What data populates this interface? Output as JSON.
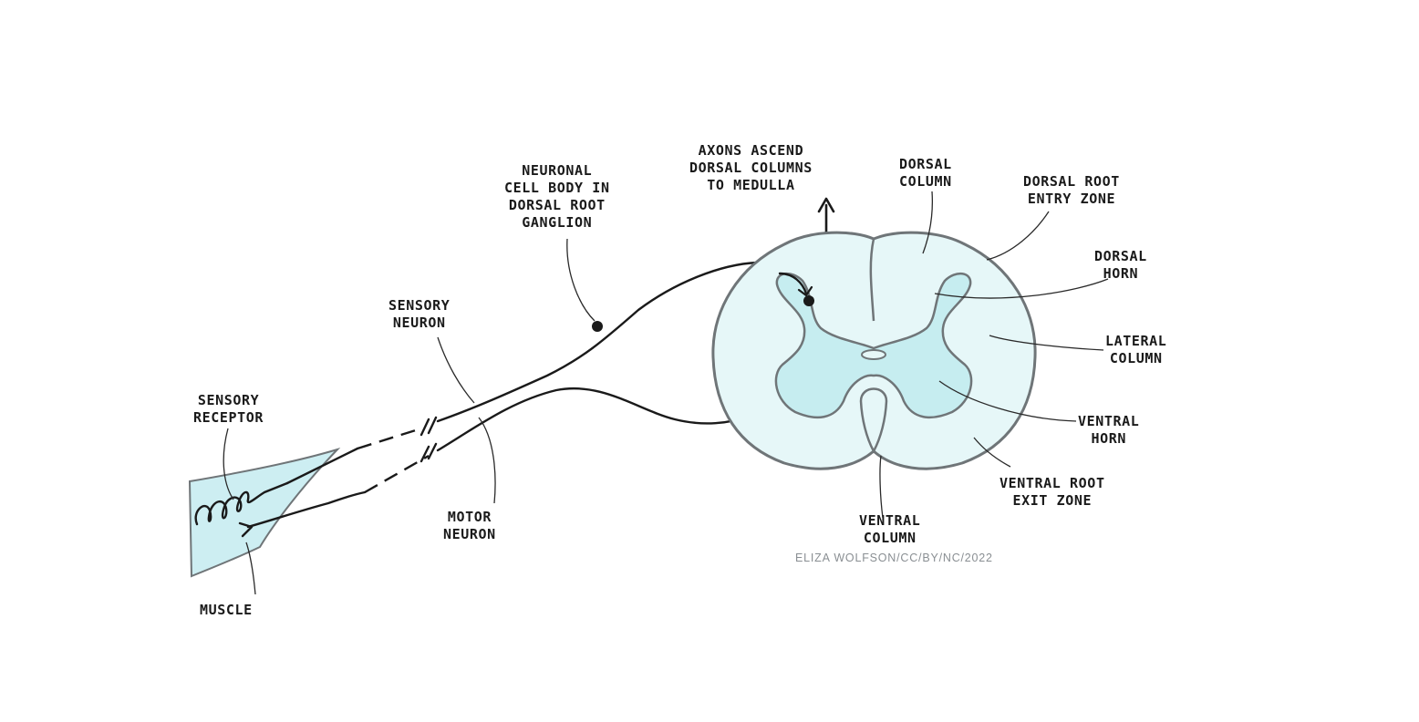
{
  "labels": {
    "axons_ascend": [
      "AXONS ASCEND",
      "DORSAL COLUMNS",
      "TO MEDULLA"
    ],
    "neuronal_cell_body": [
      "NEURONAL",
      "CELL BODY IN",
      "DORSAL ROOT",
      "GANGLION"
    ],
    "dorsal_column": [
      "DORSAL",
      "COLUMN"
    ],
    "dorsal_root_entry_zone": [
      "DORSAL ROOT",
      "ENTRY ZONE"
    ],
    "dorsal_horn": [
      "DORSAL",
      "HORN"
    ],
    "lateral_column": [
      "LATERAL",
      "COLUMN"
    ],
    "ventral_horn": [
      "VENTRAL",
      "HORN"
    ],
    "ventral_root_exit_zone": [
      "VENTRAL ROOT",
      "EXIT ZONE"
    ],
    "ventral_column": [
      "VENTRAL",
      "COLUMN"
    ],
    "sensory_neuron": [
      "SENSORY",
      "NEURON"
    ],
    "sensory_receptor": [
      "SENSORY",
      "RECEPTOR"
    ],
    "motor_neuron": [
      "MOTOR",
      "NEURON"
    ],
    "muscle": [
      "MUSCLE"
    ]
  },
  "credit": "ELIZA WOLFSON/CC/BY/NC/2022",
  "colors": {
    "white_matter": "#e6f7f8",
    "gray_matter": "#c6edf0",
    "outline": "#6f7578",
    "ink": "#1a1a1a",
    "muscle_fill": "#cdeef2",
    "credit": "#8a8f93"
  }
}
